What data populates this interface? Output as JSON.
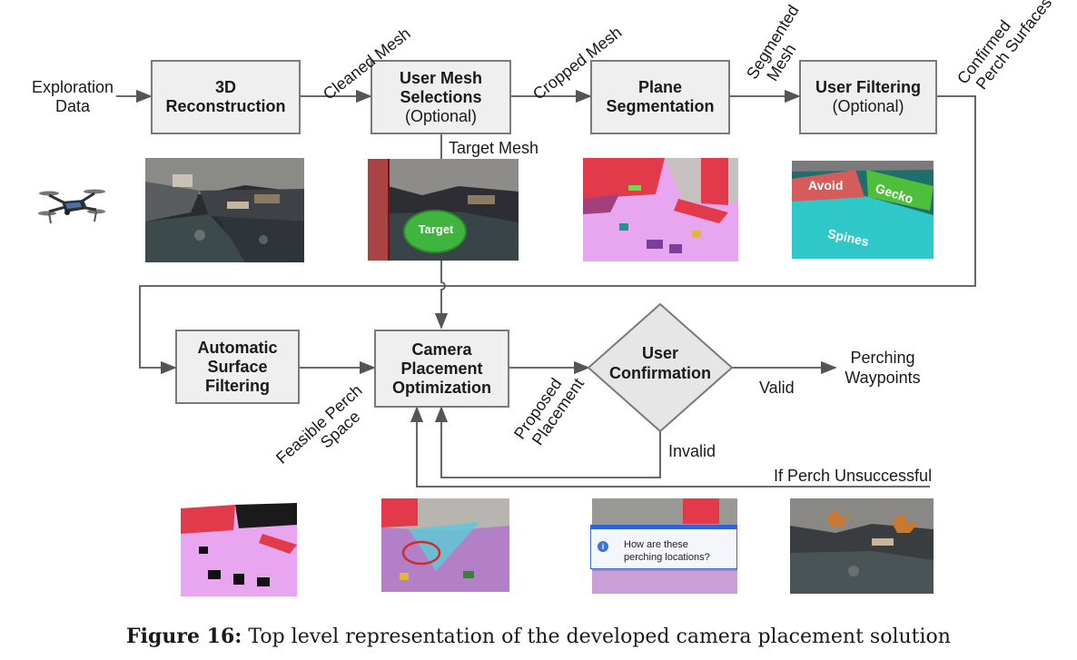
{
  "nodes": {
    "exploration": [
      "Exploration",
      "Data"
    ],
    "reconstruction": [
      "3D",
      "Reconstruction"
    ],
    "mesh_selection": [
      "User Mesh",
      "Selections",
      "(Optional)"
    ],
    "plane_seg": [
      "Plane",
      "Segmentation"
    ],
    "user_filtering": [
      "User Filtering",
      "(Optional)"
    ],
    "auto_filtering": [
      "Automatic",
      "Surface",
      "Filtering"
    ],
    "camera_opt": [
      "Camera",
      "Placement",
      "Optimization"
    ],
    "user_confirm": [
      "User",
      "Confirmation"
    ],
    "waypoints": [
      "Perching",
      "Waypoints"
    ]
  },
  "edge_labels": {
    "cleaned_mesh": "Cleaned Mesh",
    "cropped_mesh": "Cropped Mesh",
    "segmented_mesh": [
      "Segmented",
      "Mesh"
    ],
    "confirmed_perch": [
      "Confirmed",
      "Perch Surfaces"
    ],
    "target_mesh": "Target Mesh",
    "feasible_space": [
      "Feasible Perch",
      "Space"
    ],
    "proposed_placement": [
      "Proposed",
      "Placement"
    ],
    "valid": "Valid",
    "invalid": "Invalid",
    "perch_unsuccessful": "If Perch Unsuccessful"
  },
  "image_labels": {
    "target": "Target",
    "avoid": "Avoid",
    "gecko": "Gecko",
    "spines": "Spines",
    "dialog_line1": "How are these",
    "dialog_line2": "perching locations?"
  },
  "caption": {
    "label": "Figure 16:",
    "text": "Top level representation of the developed camera placement solution"
  },
  "colors": {
    "box_fill": "#efefef",
    "box_border": "#7a7a7a",
    "arrow": "#555555",
    "segment_pink": "#e8a6f0",
    "segment_red": "#e23a4a",
    "target_green": "#3fb53f",
    "perch_cyan": "#2fc7c7"
  }
}
